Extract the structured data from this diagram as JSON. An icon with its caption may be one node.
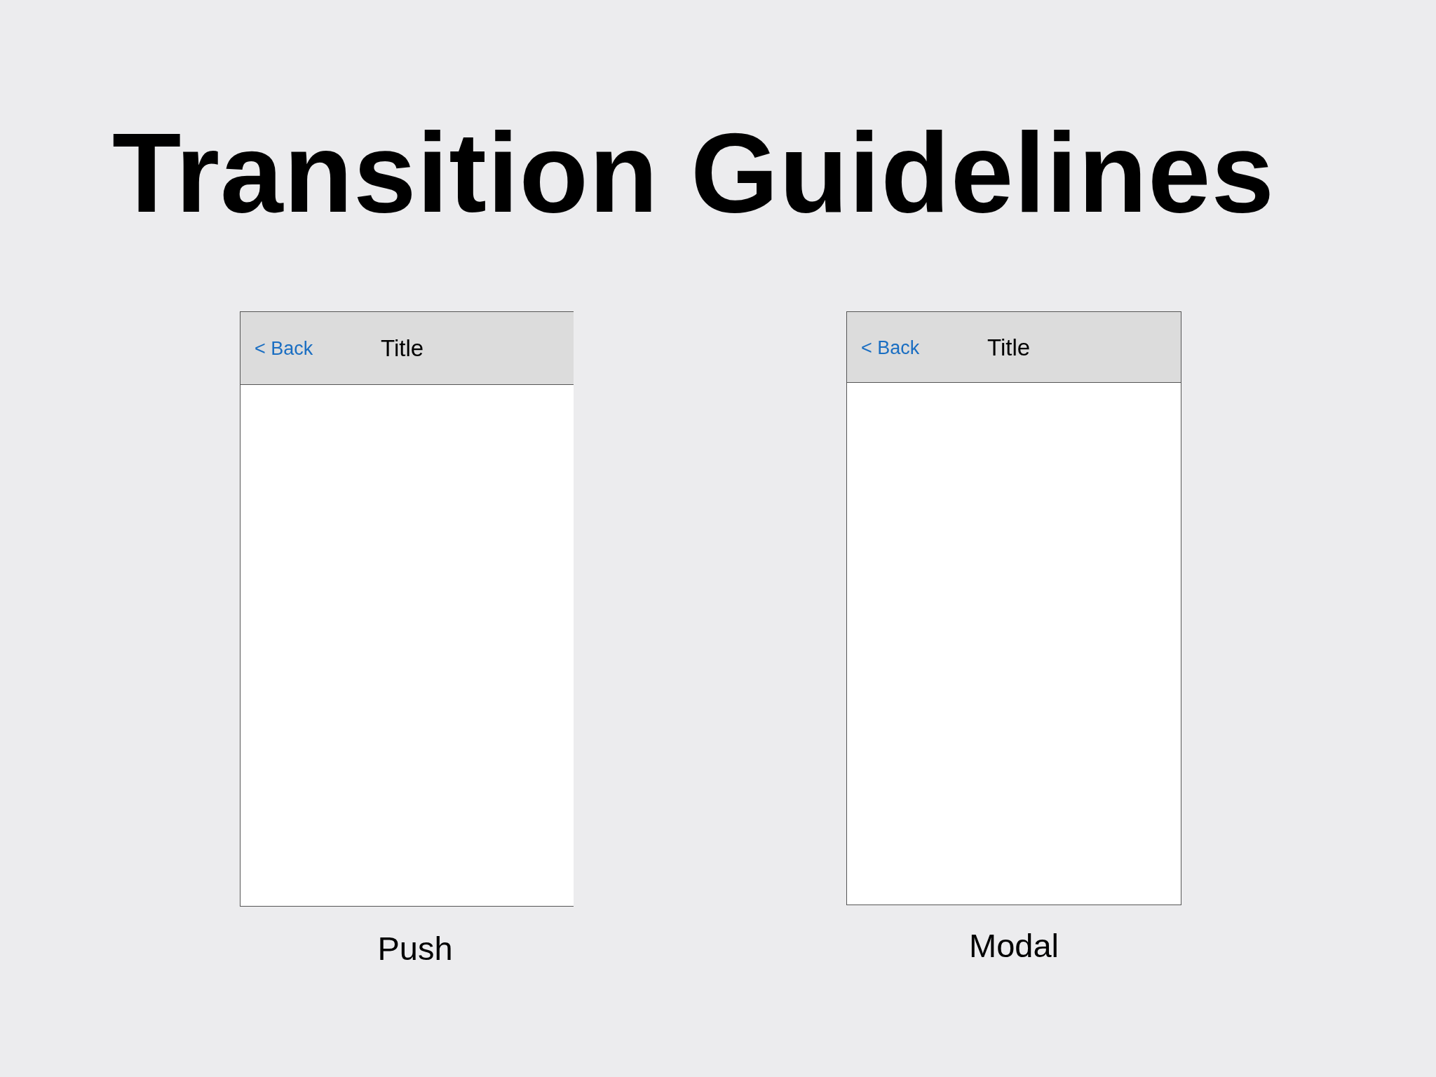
{
  "diagram": {
    "title": "Transition Guidelines",
    "nodes": [
      {
        "text": [],
        "shape": "box",
        "beside": [
          "Push"
        ]
      },
      {
        "text": [
          "< Back",
          "Title"
        ],
        "in": 0
      },
      {
        "text": [],
        "shape": "box",
        "beside": [
          "Modal"
        ]
      },
      {
        "text": [
          "< Back",
          "Title"
        ],
        "in": 2
      }
    ],
    "edges": []
  }
}
